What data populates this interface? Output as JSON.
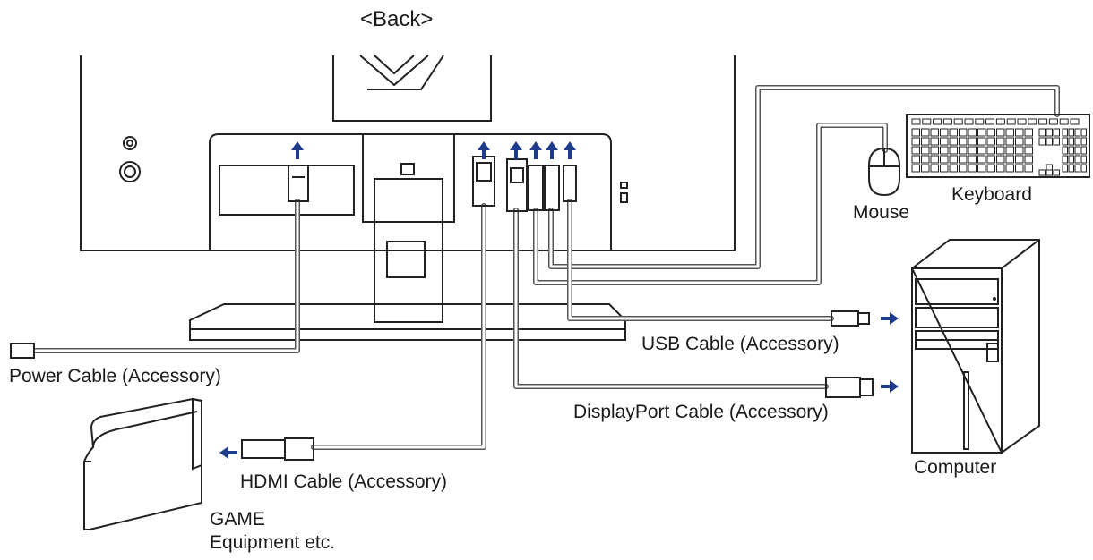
{
  "title": "<Back>",
  "labels": {
    "keyboard": "Keyboard",
    "mouse": "Mouse",
    "usb_cable": "USB Cable (Accessory)",
    "displayport_cable": "DisplayPort Cable (Accessory)",
    "power_cable": "Power Cable (Accessory)",
    "hdmi_cable": "HDMI Cable (Accessory)",
    "computer": "Computer",
    "game_line1": "GAME",
    "game_line2": "Equipment etc."
  },
  "colors": {
    "arrow": "#1f3b8c",
    "line": "#222222",
    "background": "#ffffff"
  }
}
